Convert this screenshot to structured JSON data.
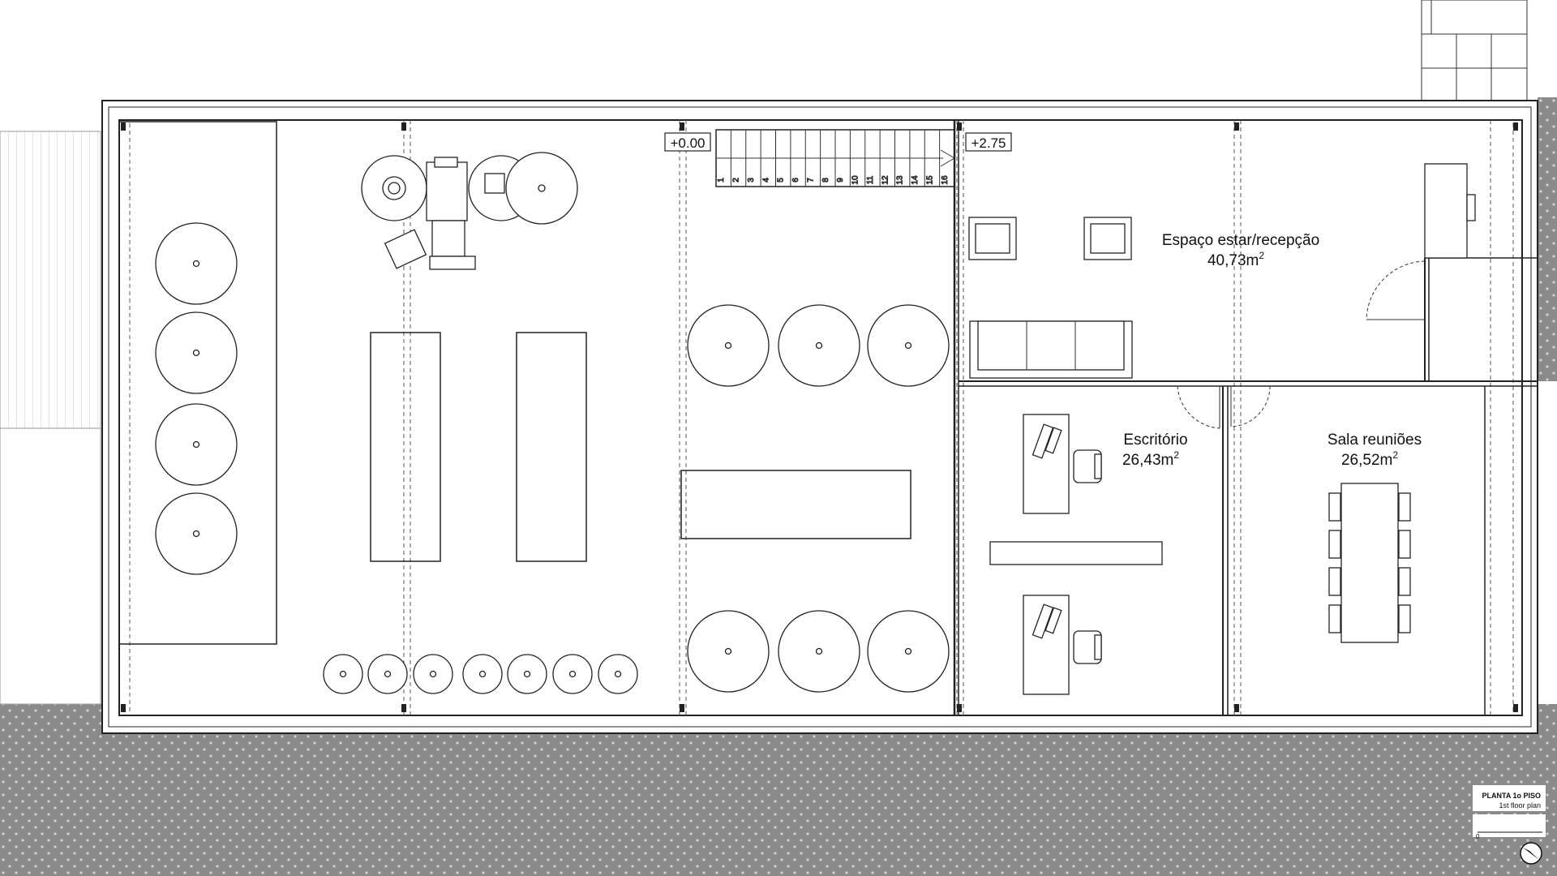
{
  "plan": {
    "levels": {
      "ground": "+0.00",
      "upper": "+2.75"
    },
    "stair_steps": [
      "1",
      "2",
      "3",
      "4",
      "5",
      "6",
      "7",
      "8",
      "9",
      "10",
      "11",
      "12",
      "13",
      "14",
      "15",
      "16"
    ],
    "rooms": {
      "living": {
        "name": "Espaço estar/recepção",
        "area": "40,73m",
        "exp": "2"
      },
      "office": {
        "name": "Escritório",
        "area": "26,43m",
        "exp": "2"
      },
      "meeting": {
        "name": "Sala reuniões",
        "area": "26,52m",
        "exp": "2"
      }
    },
    "title_block": {
      "title": "PLANTA 1o PISO",
      "subtitle": "1st floor plan",
      "scale_start": "0"
    },
    "tanks": {
      "large_left_column": 4,
      "large_middle_grid": 6,
      "small_row": 7
    }
  }
}
